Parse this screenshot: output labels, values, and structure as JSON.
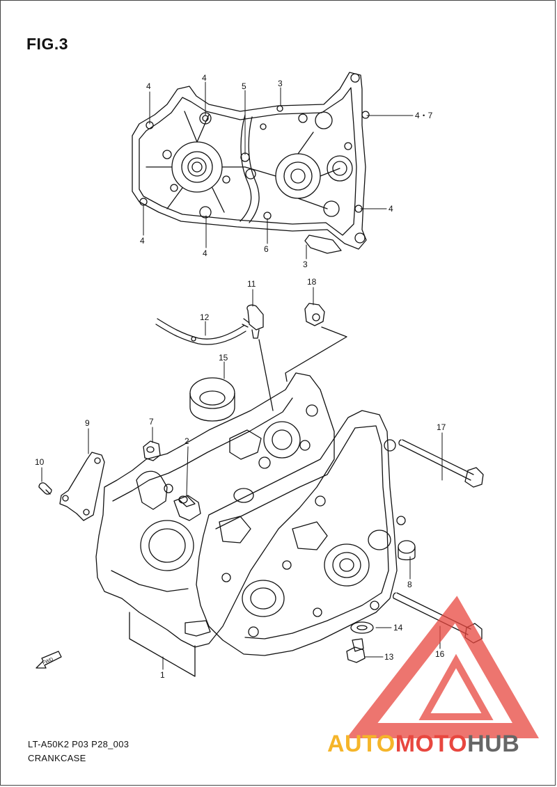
{
  "figure": {
    "title": "FIG.3",
    "code": "LT-A50K2 P03 P28_003",
    "name": "CRANKCASE",
    "fwd_label": "FWD"
  },
  "callouts": {
    "c1": "1",
    "c2": "2",
    "c3a": "3",
    "c3b": "3",
    "c4a": "4",
    "c4b": "4",
    "c4c": "4",
    "c4d": "4",
    "c4e": "4",
    "c4f": "4",
    "c47": "4・7",
    "c5": "5",
    "c6": "6",
    "c7": "7",
    "c8": "8",
    "c9": "9",
    "c10": "10",
    "c11": "11",
    "c12": "12",
    "c13": "13",
    "c14": "14",
    "c15": "15",
    "c16": "16",
    "c17": "17",
    "c18": "18"
  },
  "watermark": {
    "part1": "AUTO",
    "part2": "MOTO",
    "part3": "HUB",
    "colors": {
      "auto": "#f5b52a",
      "moto": "#e8473f",
      "hub": "#666666"
    }
  }
}
